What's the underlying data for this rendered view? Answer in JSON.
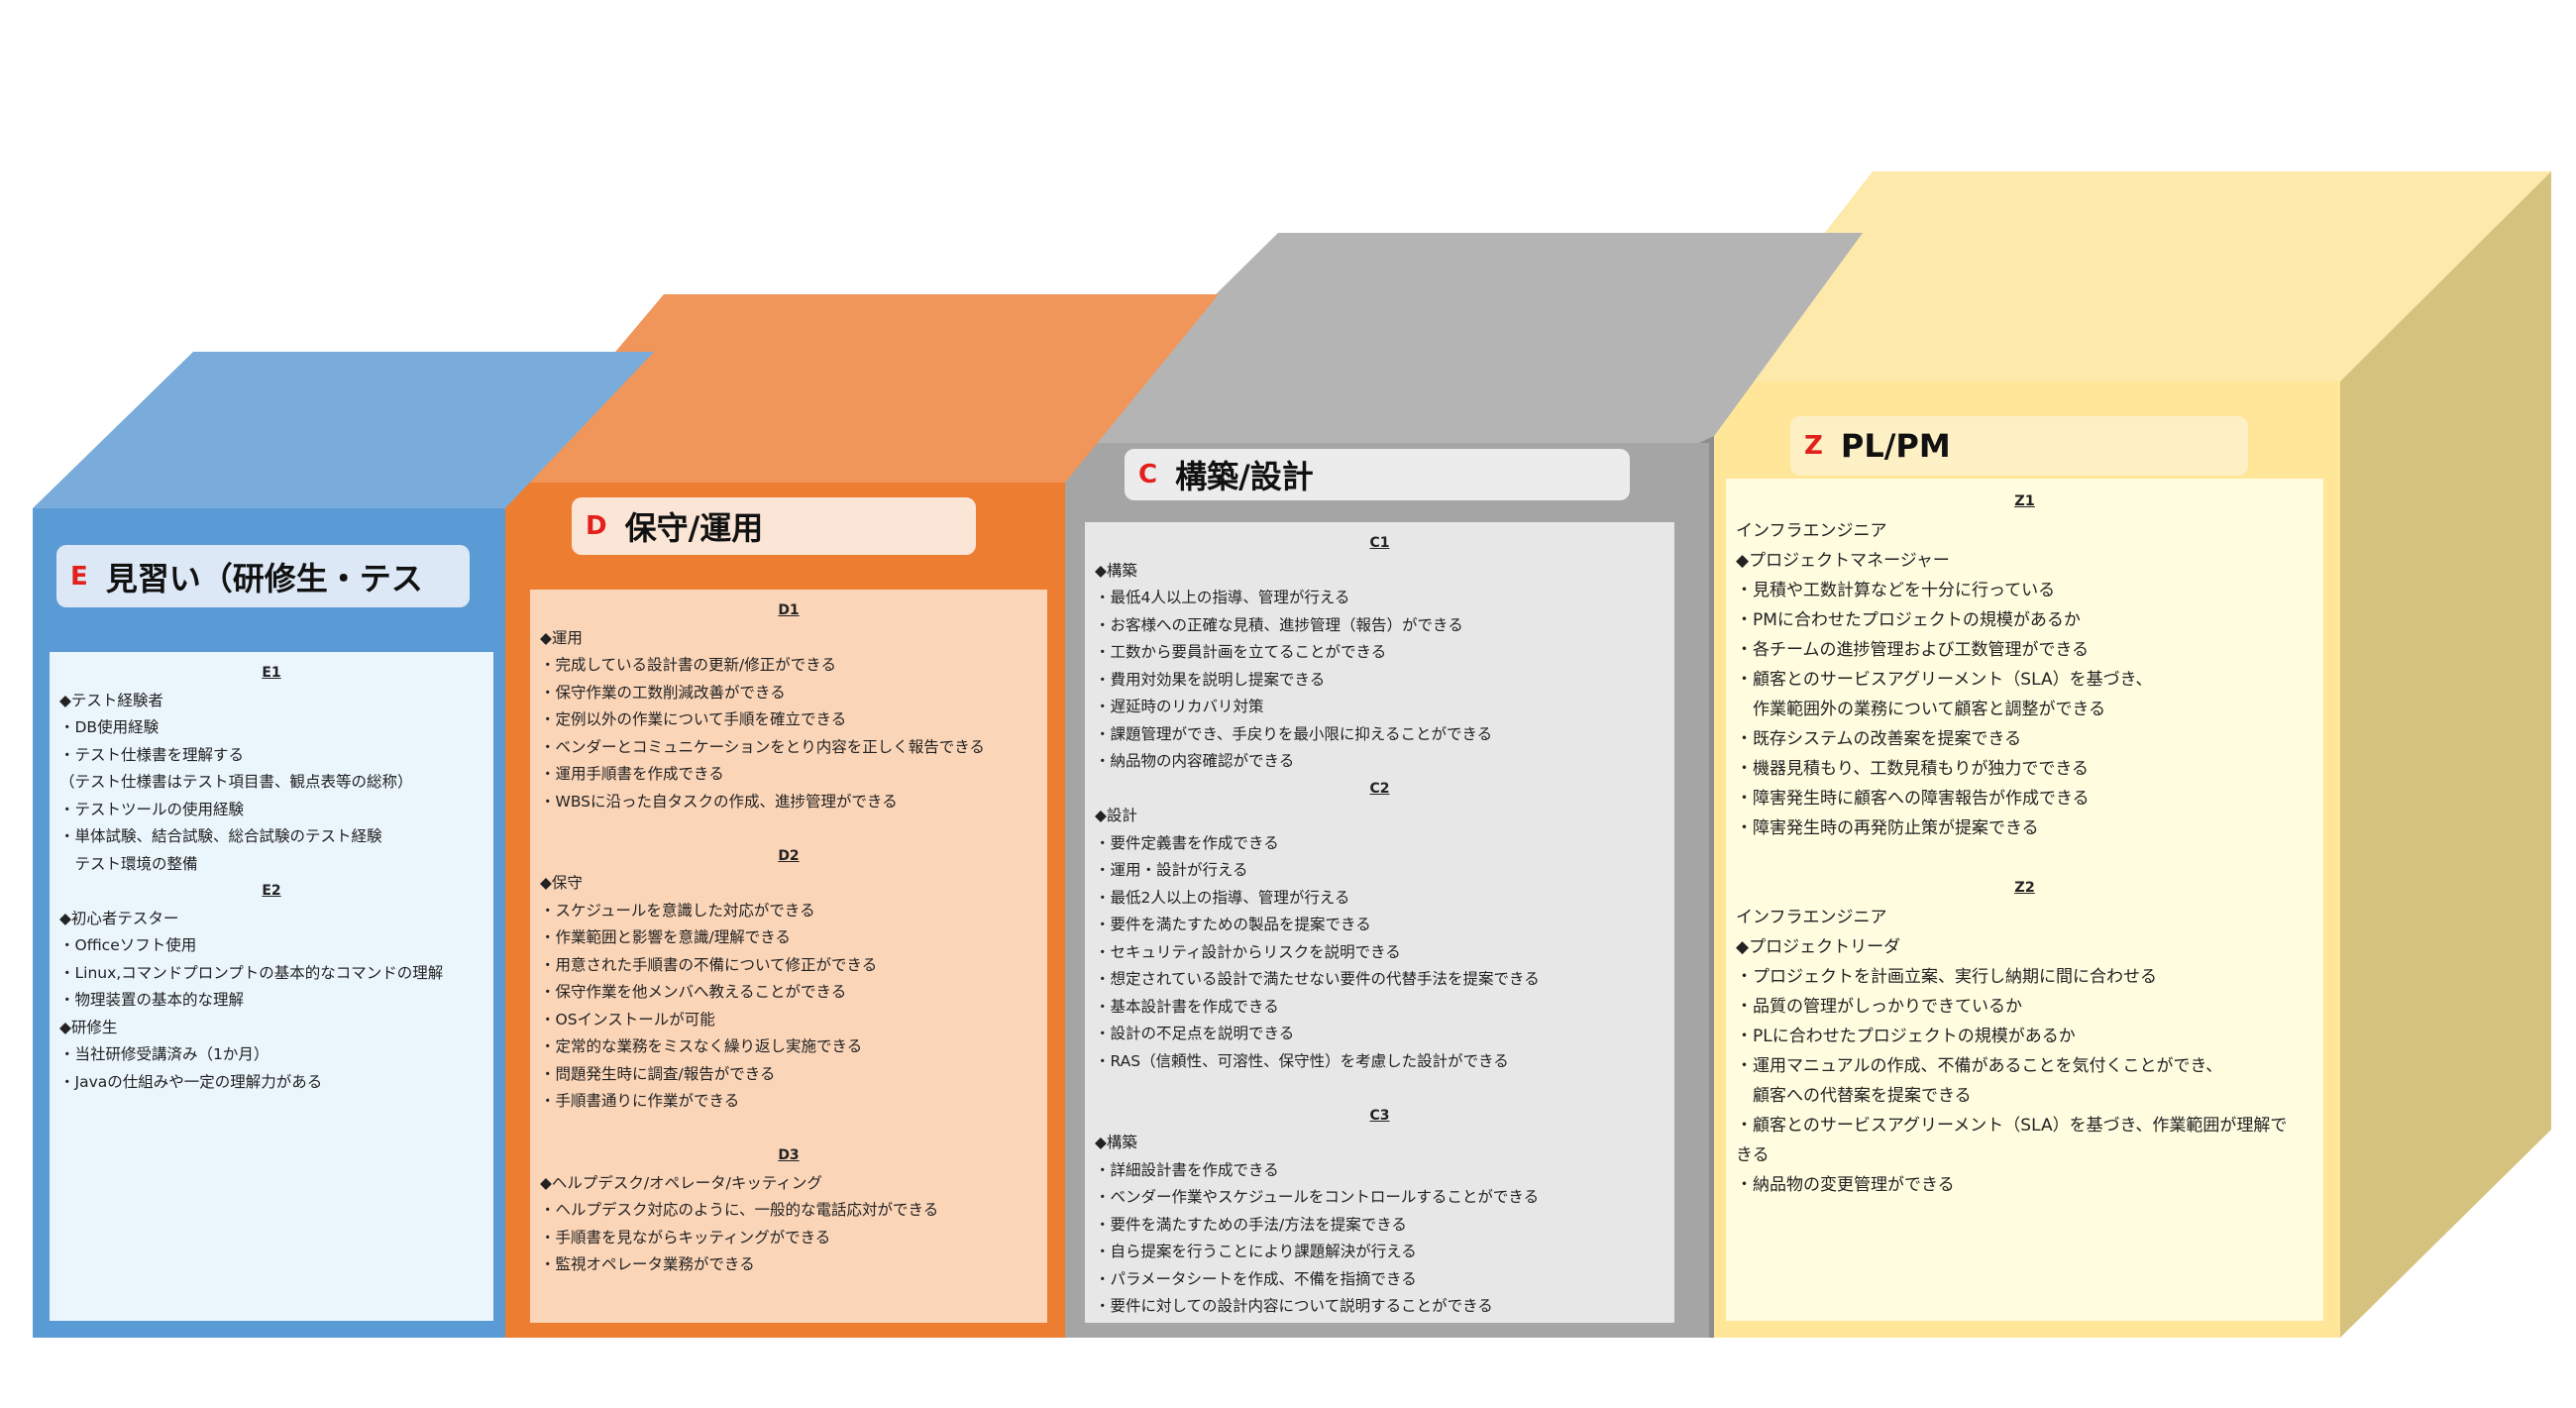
{
  "colors": {
    "E": {
      "top": "#79acda",
      "front": "#5b9bd5",
      "side": "#4a86c0",
      "pill": "#dce8f5",
      "panel": "#eaf5fc"
    },
    "D": {
      "top": "#f0965a",
      "front": "#ed7d31",
      "side": "#d36b24",
      "pill": "#fbe5d6",
      "panel": "#fbd5b8"
    },
    "C": {
      "top": "#b4b4b4",
      "front": "#a5a5a5",
      "side": "#8e8e8e",
      "pill": "#ececec",
      "panel": "#e7e7e7"
    },
    "Z": {
      "top": "#fde9a9",
      "front": "#ffe699",
      "side": "#d5c27e",
      "pill": "#fdf0c5",
      "panel": "#fffce0"
    },
    "accent_letter": "#e3201b"
  },
  "stages": {
    "E": {
      "letter": "E",
      "title": "見習い（研修生・テス",
      "lines": [
        {
          "type": "sub",
          "text": "E1"
        },
        {
          "type": "head",
          "text": "◆テスト経験者"
        },
        {
          "type": "item",
          "text": "・DB使用経験"
        },
        {
          "type": "item",
          "text": "・テスト仕様書を理解する"
        },
        {
          "type": "item",
          "text": "（テスト仕様書はテスト項目書、観点表等の総称）"
        },
        {
          "type": "item",
          "text": "・テストツールの使用経験"
        },
        {
          "type": "item",
          "text": "・単体試験、結合試験、総合試験のテスト経験"
        },
        {
          "type": "item",
          "text": "　テスト環境の整備"
        },
        {
          "type": "sub",
          "text": "E2"
        },
        {
          "type": "head",
          "text": "◆初心者テスター"
        },
        {
          "type": "item",
          "text": "・Officeソフト使用"
        },
        {
          "type": "item",
          "text": "・Linux,コマンドプロンプトの基本的なコマンドの理解"
        },
        {
          "type": "item",
          "text": "・物理装置の基本的な理解"
        },
        {
          "type": "head",
          "text": "◆研修生"
        },
        {
          "type": "item",
          "text": "・当社研修受講済み（1か月）"
        },
        {
          "type": "item",
          "text": "・Javaの仕組みや一定の理解力がある"
        }
      ]
    },
    "D": {
      "letter": "D",
      "title": "保守/運用",
      "lines": [
        {
          "type": "sub",
          "text": "D1"
        },
        {
          "type": "head",
          "text": "◆運用"
        },
        {
          "type": "item",
          "text": "・完成している設計書の更新/修正ができる"
        },
        {
          "type": "item",
          "text": "・保守作業の工数削減改善ができる"
        },
        {
          "type": "item",
          "text": "・定例以外の作業について手順を確立できる"
        },
        {
          "type": "item",
          "text": "・ベンダーとコミュニケーションをとり内容を正しく報告できる"
        },
        {
          "type": "item",
          "text": "・運用手順書を作成できる"
        },
        {
          "type": "item",
          "text": "・WBSに沿った自タスクの作成、進捗管理ができる"
        },
        {
          "type": "blank",
          "text": ""
        },
        {
          "type": "sub",
          "text": "D2"
        },
        {
          "type": "head",
          "text": "◆保守"
        },
        {
          "type": "item",
          "text": "・スケジュールを意識した対応ができる"
        },
        {
          "type": "item",
          "text": "・作業範囲と影響を意識/理解できる"
        },
        {
          "type": "item",
          "text": "・用意された手順書の不備について修正ができる"
        },
        {
          "type": "item",
          "text": "・保守作業を他メンバへ教えることができる"
        },
        {
          "type": "item",
          "text": "・OSインストールが可能"
        },
        {
          "type": "item",
          "text": "・定常的な業務をミスなく繰り返し実施できる"
        },
        {
          "type": "item",
          "text": "・問題発生時に調査/報告ができる"
        },
        {
          "type": "item",
          "text": "・手順書通りに作業ができる"
        },
        {
          "type": "blank",
          "text": ""
        },
        {
          "type": "sub",
          "text": "D3"
        },
        {
          "type": "head",
          "text": "◆ヘルプデスク/オペレータ/キッティング"
        },
        {
          "type": "item",
          "text": "・ヘルプデスク対応のように、一般的な電話応対ができる"
        },
        {
          "type": "item",
          "text": "・手順書を見ながらキッティングができる"
        },
        {
          "type": "item",
          "text": "・監視オペレータ業務ができる"
        }
      ]
    },
    "C": {
      "letter": "C",
      "title": "構築/設計",
      "lines": [
        {
          "type": "sub",
          "text": "C1"
        },
        {
          "type": "head",
          "text": "◆構築"
        },
        {
          "type": "item",
          "text": "・最低4人以上の指導、管理が行える"
        },
        {
          "type": "item",
          "text": "・お客様への正確な見積、進捗管理（報告）ができる"
        },
        {
          "type": "item",
          "text": "・工数から要員計画を立てることができる"
        },
        {
          "type": "item",
          "text": "・費用対効果を説明し提案できる"
        },
        {
          "type": "item",
          "text": "・遅延時のリカバリ対策"
        },
        {
          "type": "item",
          "text": "・課題管理ができ、手戻りを最小限に抑えることができる"
        },
        {
          "type": "item",
          "text": "・納品物の内容確認ができる"
        },
        {
          "type": "sub",
          "text": "C2"
        },
        {
          "type": "head",
          "text": "◆設計"
        },
        {
          "type": "item",
          "text": "・要件定義書を作成できる"
        },
        {
          "type": "item",
          "text": "・運用・設計が行える"
        },
        {
          "type": "item",
          "text": "・最低2人以上の指導、管理が行える"
        },
        {
          "type": "item",
          "text": "・要件を満たすための製品を提案できる"
        },
        {
          "type": "item",
          "text": "・セキュリティ設計からリスクを説明できる"
        },
        {
          "type": "item",
          "text": "・想定されている設計で満たせない要件の代替手法を提案できる"
        },
        {
          "type": "item",
          "text": "・基本設計書を作成できる"
        },
        {
          "type": "item",
          "text": "・設計の不足点を説明できる"
        },
        {
          "type": "item",
          "text": "・RAS（信頼性、可溶性、保守性）を考慮した設計ができる"
        },
        {
          "type": "blank",
          "text": ""
        },
        {
          "type": "sub",
          "text": "C3"
        },
        {
          "type": "head",
          "text": "◆構築"
        },
        {
          "type": "item",
          "text": "・詳細設計書を作成できる"
        },
        {
          "type": "item",
          "text": "・ベンダー作業やスケジュールをコントロールすることができる"
        },
        {
          "type": "item",
          "text": "・要件を満たすための手法/方法を提案できる"
        },
        {
          "type": "item",
          "text": "・自ら提案を行うことにより課題解決が行える"
        },
        {
          "type": "item",
          "text": "・パラメータシートを作成、不備を指摘できる"
        },
        {
          "type": "item",
          "text": "・要件に対しての設計内容について説明することができる"
        }
      ]
    },
    "Z": {
      "letter": "Z",
      "title": "PL/PM",
      "lines": [
        {
          "type": "sub",
          "text": "Z1"
        },
        {
          "type": "head",
          "text": "インフラエンジニア"
        },
        {
          "type": "head",
          "text": "◆プロジェクトマネージャー"
        },
        {
          "type": "item",
          "text": "・見積や工数計算などを十分に行っている"
        },
        {
          "type": "item",
          "text": "・PMに合わせたプロジェクトの規模があるか"
        },
        {
          "type": "item",
          "text": "・各チームの進捗管理および工数管理ができる"
        },
        {
          "type": "item",
          "text": "・顧客とのサービスアグリーメント（SLA）を基づき、"
        },
        {
          "type": "item",
          "text": "　作業範囲外の業務について顧客と調整ができる"
        },
        {
          "type": "item",
          "text": "・既存システムの改善案を提案できる"
        },
        {
          "type": "item",
          "text": "・機器見積もり、工数見積もりが独力でできる"
        },
        {
          "type": "item",
          "text": "・障害発生時に顧客への障害報告が作成できる"
        },
        {
          "type": "item",
          "text": "・障害発生時の再発防止策が提案できる"
        },
        {
          "type": "blank",
          "text": ""
        },
        {
          "type": "sub",
          "text": "Z2"
        },
        {
          "type": "head",
          "text": "インフラエンジニア"
        },
        {
          "type": "head",
          "text": "◆プロジェクトリーダ"
        },
        {
          "type": "item",
          "text": "・プロジェクトを計画立案、実行し納期に間に合わせる"
        },
        {
          "type": "item",
          "text": "・品質の管理がしっかりできているか"
        },
        {
          "type": "item",
          "text": "・PLに合わせたプロジェクトの規模があるか"
        },
        {
          "type": "item",
          "text": "・運用マニュアルの作成、不備があることを気付くことができ、"
        },
        {
          "type": "item",
          "text": "　顧客への代替案を提案できる"
        },
        {
          "type": "item",
          "text": "・顧客とのサービスアグリーメント（SLA）を基づき、作業範囲が理解で"
        },
        {
          "type": "item",
          "text": "きる"
        },
        {
          "type": "item",
          "text": "・納品物の変更管理ができる"
        }
      ]
    }
  }
}
